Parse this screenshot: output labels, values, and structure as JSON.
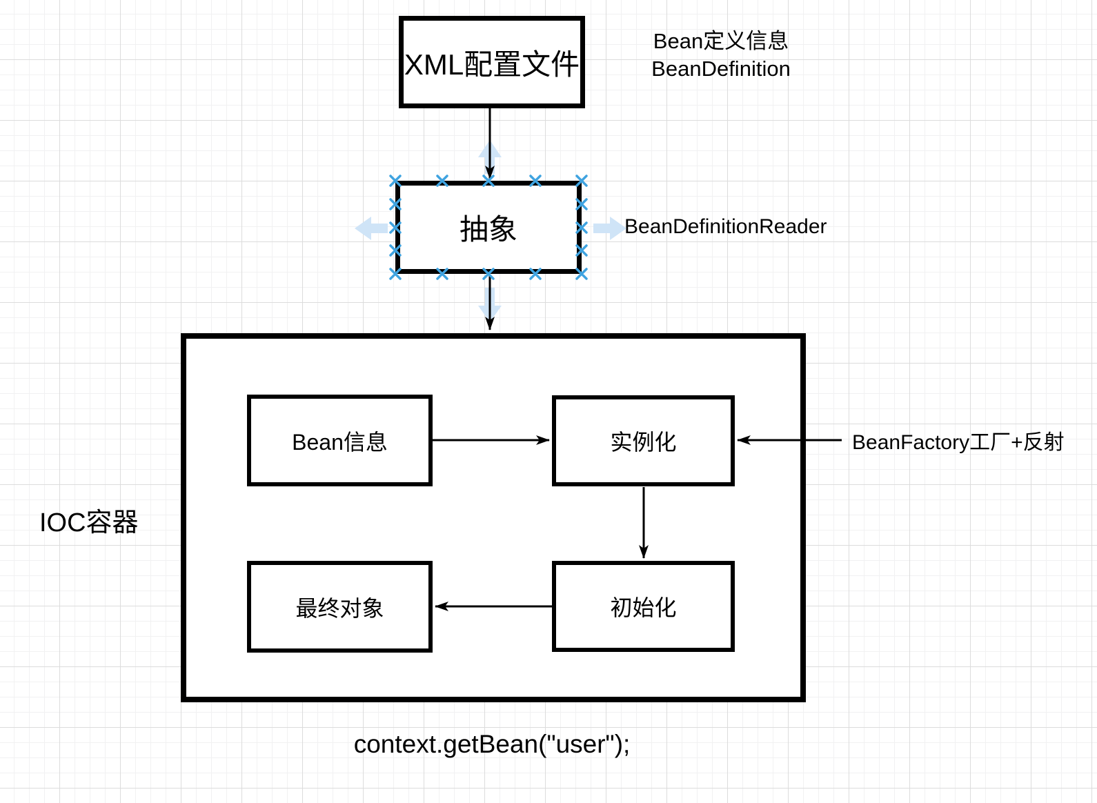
{
  "diagram": {
    "nodes": {
      "xml_config": {
        "label": "XML配置文件"
      },
      "abstract": {
        "label": "抽象"
      },
      "ioc_container": {
        "label": "IOC容器"
      },
      "bean_info": {
        "label": "Bean信息"
      },
      "instantiate": {
        "label": "实例化"
      },
      "initialize": {
        "label": "初始化"
      },
      "final_object": {
        "label": "最终对象"
      }
    },
    "annotations": {
      "bean_definition_line1": "Bean定义信息",
      "bean_definition_line2": "BeanDefinition",
      "reader": "BeanDefinitionReader",
      "factory": "BeanFactory工厂+反射",
      "code": "context.getBean(\"user\");"
    },
    "colors": {
      "shape_stroke": "#000000",
      "shape_fill": "#ffffff",
      "connection_point": "#3fa3e0",
      "direction_arrow": "#cfe4f7",
      "grid_minor": "#f1f1f2",
      "grid_major": "#dcdcdc",
      "canvas_background": "#ffffff"
    }
  }
}
